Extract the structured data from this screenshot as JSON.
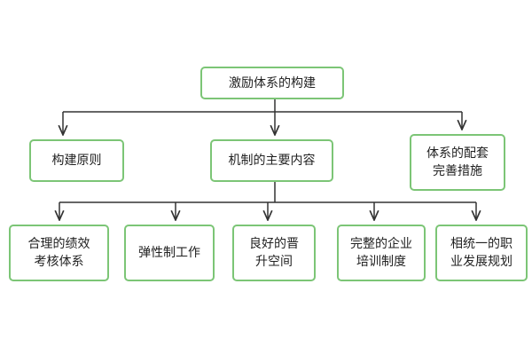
{
  "diagram": {
    "colors": {
      "box_border": "#7cc576",
      "line": "#333333",
      "text": "#222222"
    },
    "root": {
      "label": "激励体系的构建"
    },
    "level1": [
      {
        "label": "构建原则"
      },
      {
        "label": "机制的主要内容"
      },
      {
        "label": "体系的配套\n完善措施"
      }
    ],
    "level2": [
      {
        "label": "合理的绩效\n考核体系"
      },
      {
        "label": "弹性制工作"
      },
      {
        "label": "良好的晋\n升空间"
      },
      {
        "label": "完整的企业\n培训制度"
      },
      {
        "label": "相统一的职\n业发展规划"
      }
    ]
  }
}
